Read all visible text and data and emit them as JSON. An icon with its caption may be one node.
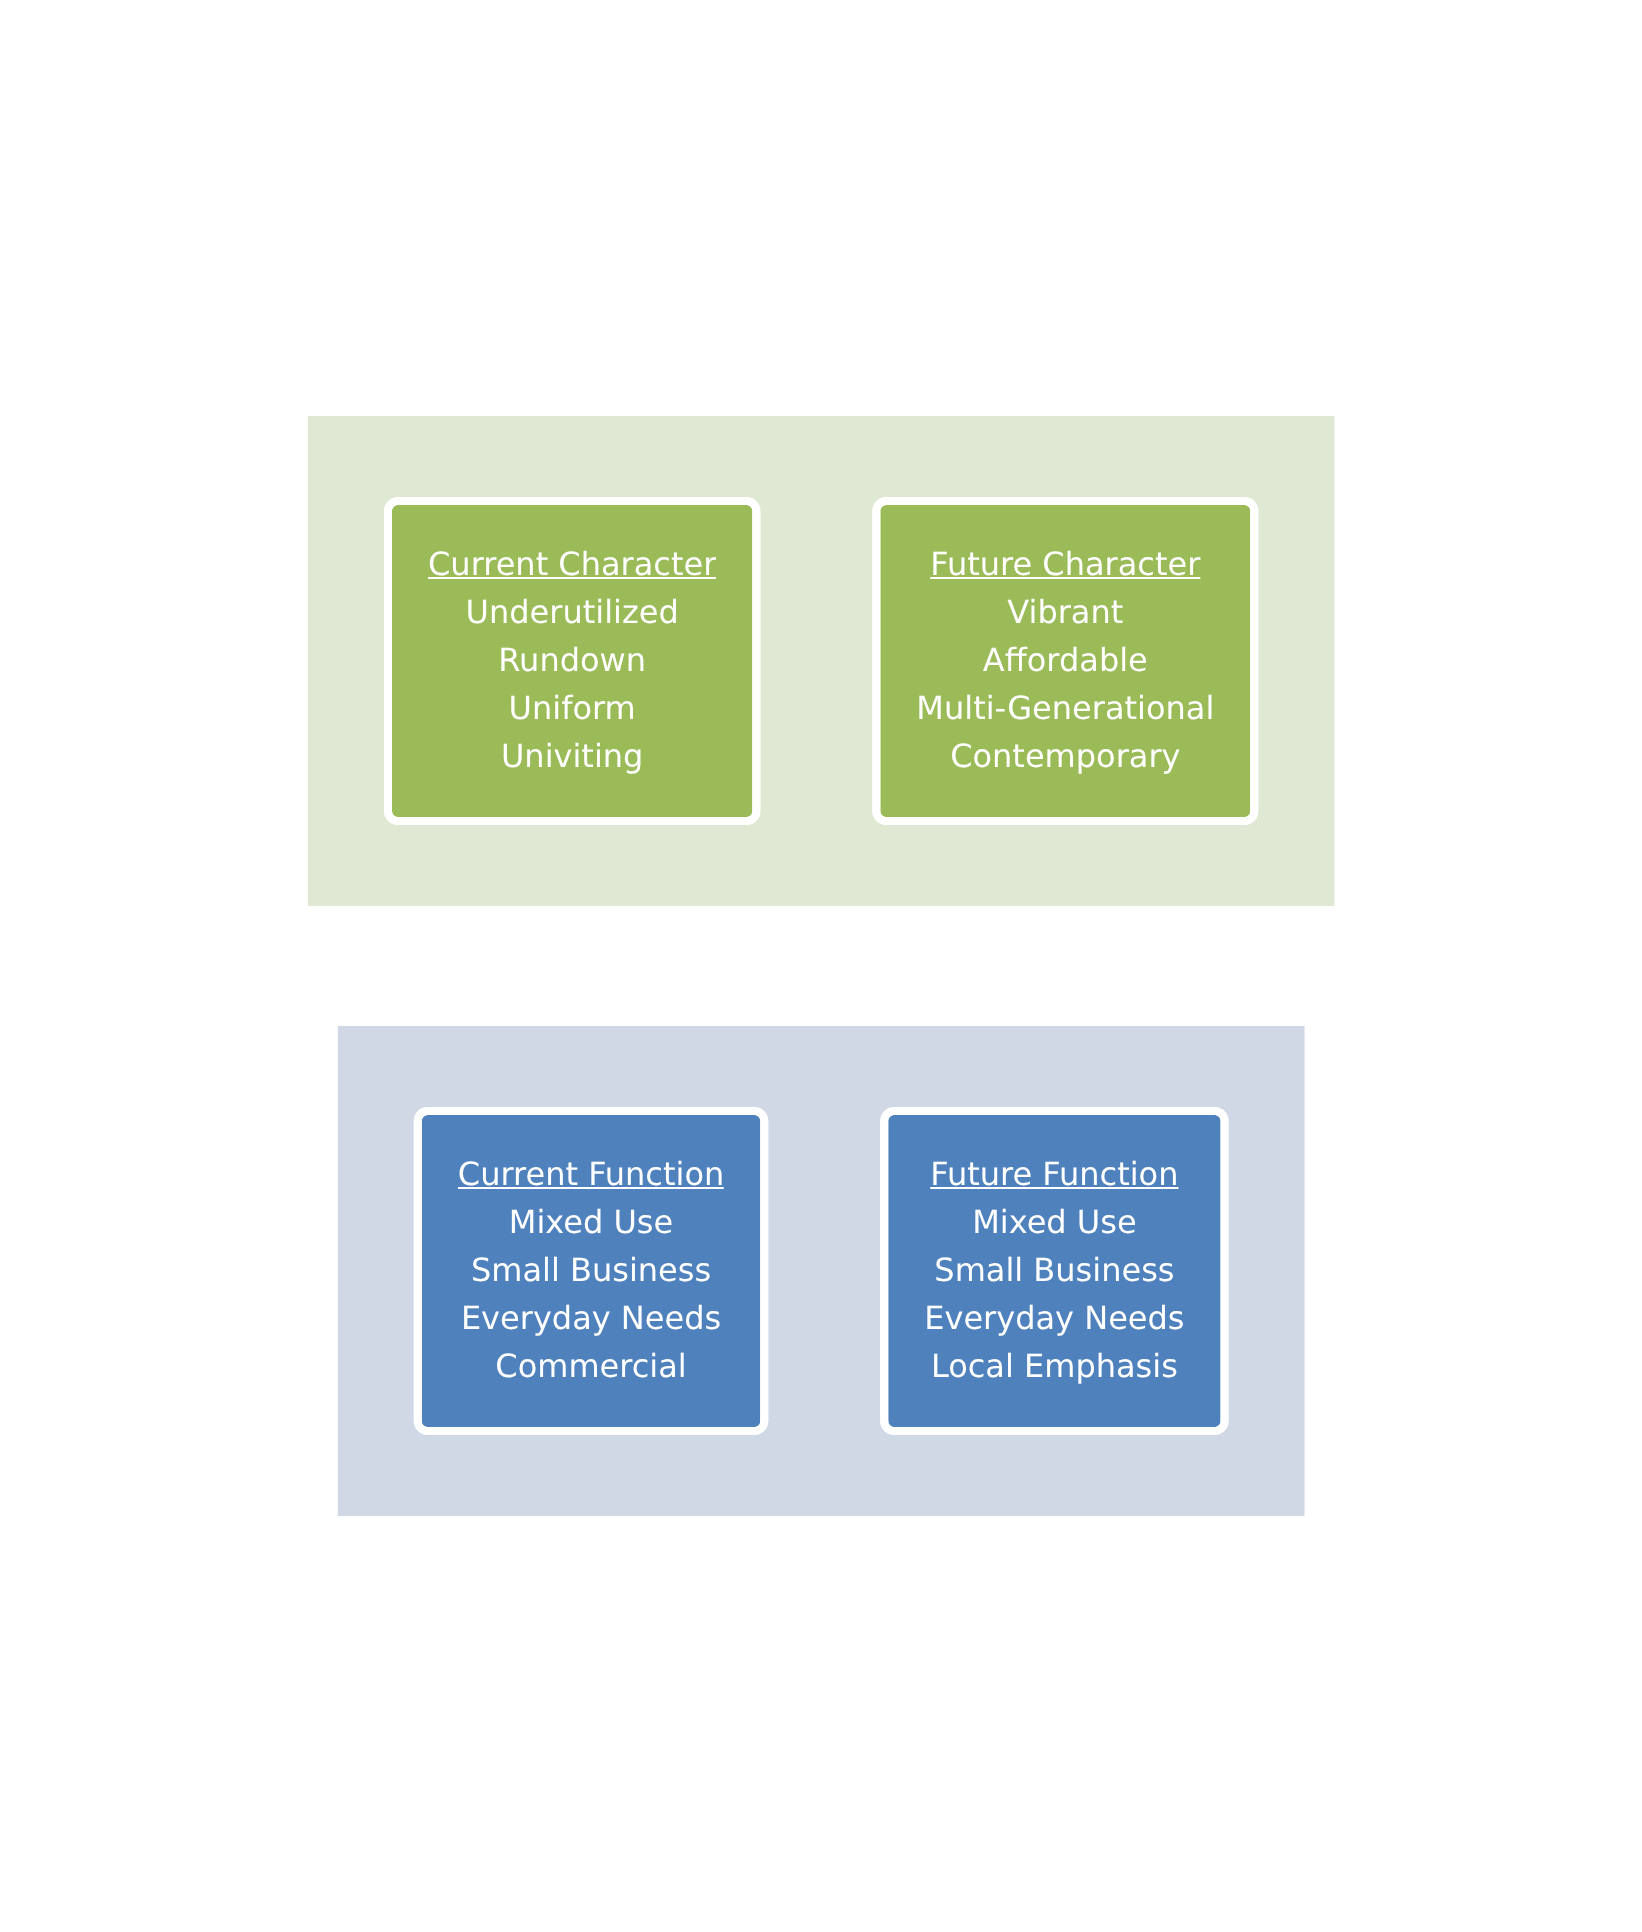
{
  "diagram": {
    "nodes": [
      {
        "text": [],
        "shape": "arrow"
      },
      {
        "text": [
          "Current Character",
          "Underutilized",
          "Rundown",
          "Uniform",
          "Univiting"
        ],
        "in": 0
      },
      {
        "text": [
          "Future Character",
          "Vibrant",
          "Affordable",
          "Multi-Generational",
          "Contemporary"
        ],
        "in": 0
      },
      {
        "text": [],
        "shape": "arrow"
      },
      {
        "text": [
          "Current Function",
          "Mixed Use",
          "Small Business",
          "Everyday Needs",
          "Commercial"
        ],
        "in": 3
      },
      {
        "text": [
          "Future Function",
          "Mixed Use",
          "Small Business",
          "Everyday Needs",
          "Local Emphasis"
        ],
        "in": 3
      }
    ]
  }
}
